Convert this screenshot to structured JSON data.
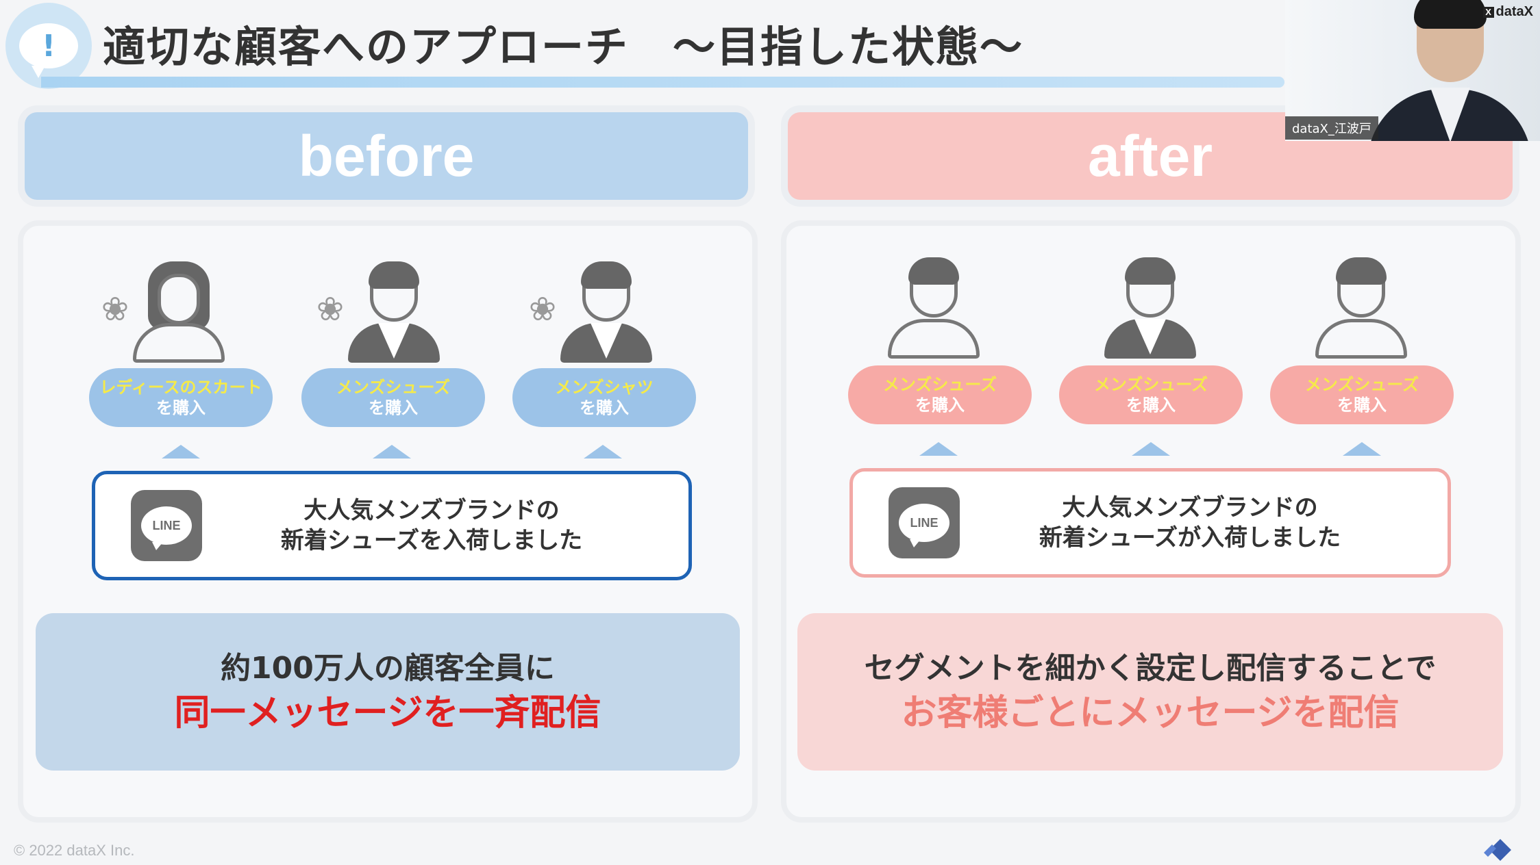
{
  "title": {
    "icon": "speech-exclamation-icon",
    "text": "適切な顧客へのアプローチ　～目指した状態～"
  },
  "webcam": {
    "brand": "dataX",
    "participant_name": "dataX_江波戸"
  },
  "before": {
    "header": "before",
    "customers": [
      {
        "type": "female",
        "product": "レディースのスカート",
        "action": "を購入"
      },
      {
        "type": "male",
        "product": "メンズシューズ",
        "action": "を購入"
      },
      {
        "type": "male",
        "product": "メンズシャツ",
        "action": "を購入"
      }
    ],
    "message_icon": "LINE",
    "message_line1": "大人気メンズブランドの",
    "message_line2": "新着シューズを入荷しました",
    "summary_line1": "約100万人の顧客全員に",
    "summary_line2": "同一メッセージを一斉配信"
  },
  "after": {
    "header": "after",
    "customers": [
      {
        "type": "male",
        "product": "メンズシューズ",
        "action": "を購入"
      },
      {
        "type": "male",
        "product": "メンズシューズ",
        "action": "を購入"
      },
      {
        "type": "male",
        "product": "メンズシューズ",
        "action": "を購入"
      }
    ],
    "message_icon": "LINE",
    "message_line1": "大人気メンズブランドの",
    "message_line2": "新着シューズが入荷しました",
    "summary_line1": "セグメントを細かく設定し配信することで",
    "summary_line2": "お客様ごとにメッセージを配信"
  },
  "footer": "© 2022 dataX Inc.",
  "colors": {
    "before_accent": "#9cc3e8",
    "after_accent": "#f7aaa6",
    "highlight_red": "#e02020",
    "highlight_salmon": "#ef7d74",
    "product_yellow": "#f5ea4a"
  }
}
